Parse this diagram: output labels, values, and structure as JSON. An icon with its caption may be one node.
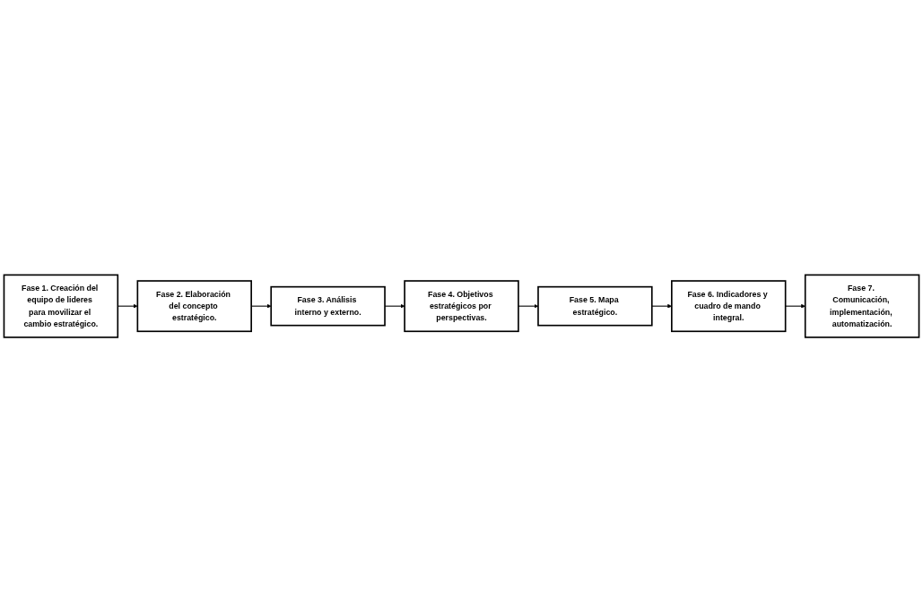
{
  "diagram": {
    "nodes": [
      {
        "text": [
          "Fase 1. Creación del equipo de lideres para movilizar el cambio estratégico."
        ]
      },
      {
        "text": [
          "Fase 2. Elaboración del concepto estratégico."
        ]
      },
      {
        "text": [
          "Fase 3. Análisis interno y externo."
        ]
      },
      {
        "text": [
          "Fase 4. Objetivos estratégicos por perspectivas."
        ]
      },
      {
        "text": [
          "Fase 5. Mapa estratégico."
        ]
      },
      {
        "text": [
          "Fase 6. Indicadores y cuadro de mando integral."
        ]
      },
      {
        "text": [
          "Fase 7. Comunicación, implementación, automatización."
        ]
      }
    ],
    "edges": [
      {
        "from": 0,
        "to": 1,
        "arrow": "to"
      },
      {
        "from": 1,
        "to": 2,
        "arrow": "to"
      },
      {
        "from": 2,
        "to": 3,
        "arrow": "to"
      },
      {
        "from": 3,
        "to": 4,
        "arrow": "to"
      },
      {
        "from": 4,
        "to": 5,
        "arrow": "to"
      },
      {
        "from": 5,
        "to": 6,
        "arrow": "to"
      }
    ]
  }
}
